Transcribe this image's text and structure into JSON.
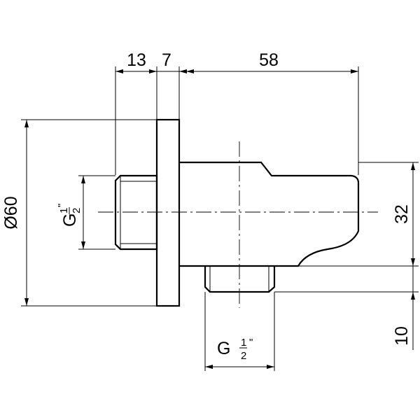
{
  "dimensions": {
    "flange_thickness": "13",
    "gap": "7",
    "body_length": "58",
    "flange_diameter": "Ø60",
    "body_height": "32",
    "outlet_offset": "10",
    "thread_left": {
      "prefix": "G",
      "numerator": "1",
      "denominator": "2",
      "suffix": "\""
    },
    "thread_bottom": {
      "prefix": "G",
      "numerator": "1",
      "denominator": "2",
      "suffix": "\""
    }
  }
}
